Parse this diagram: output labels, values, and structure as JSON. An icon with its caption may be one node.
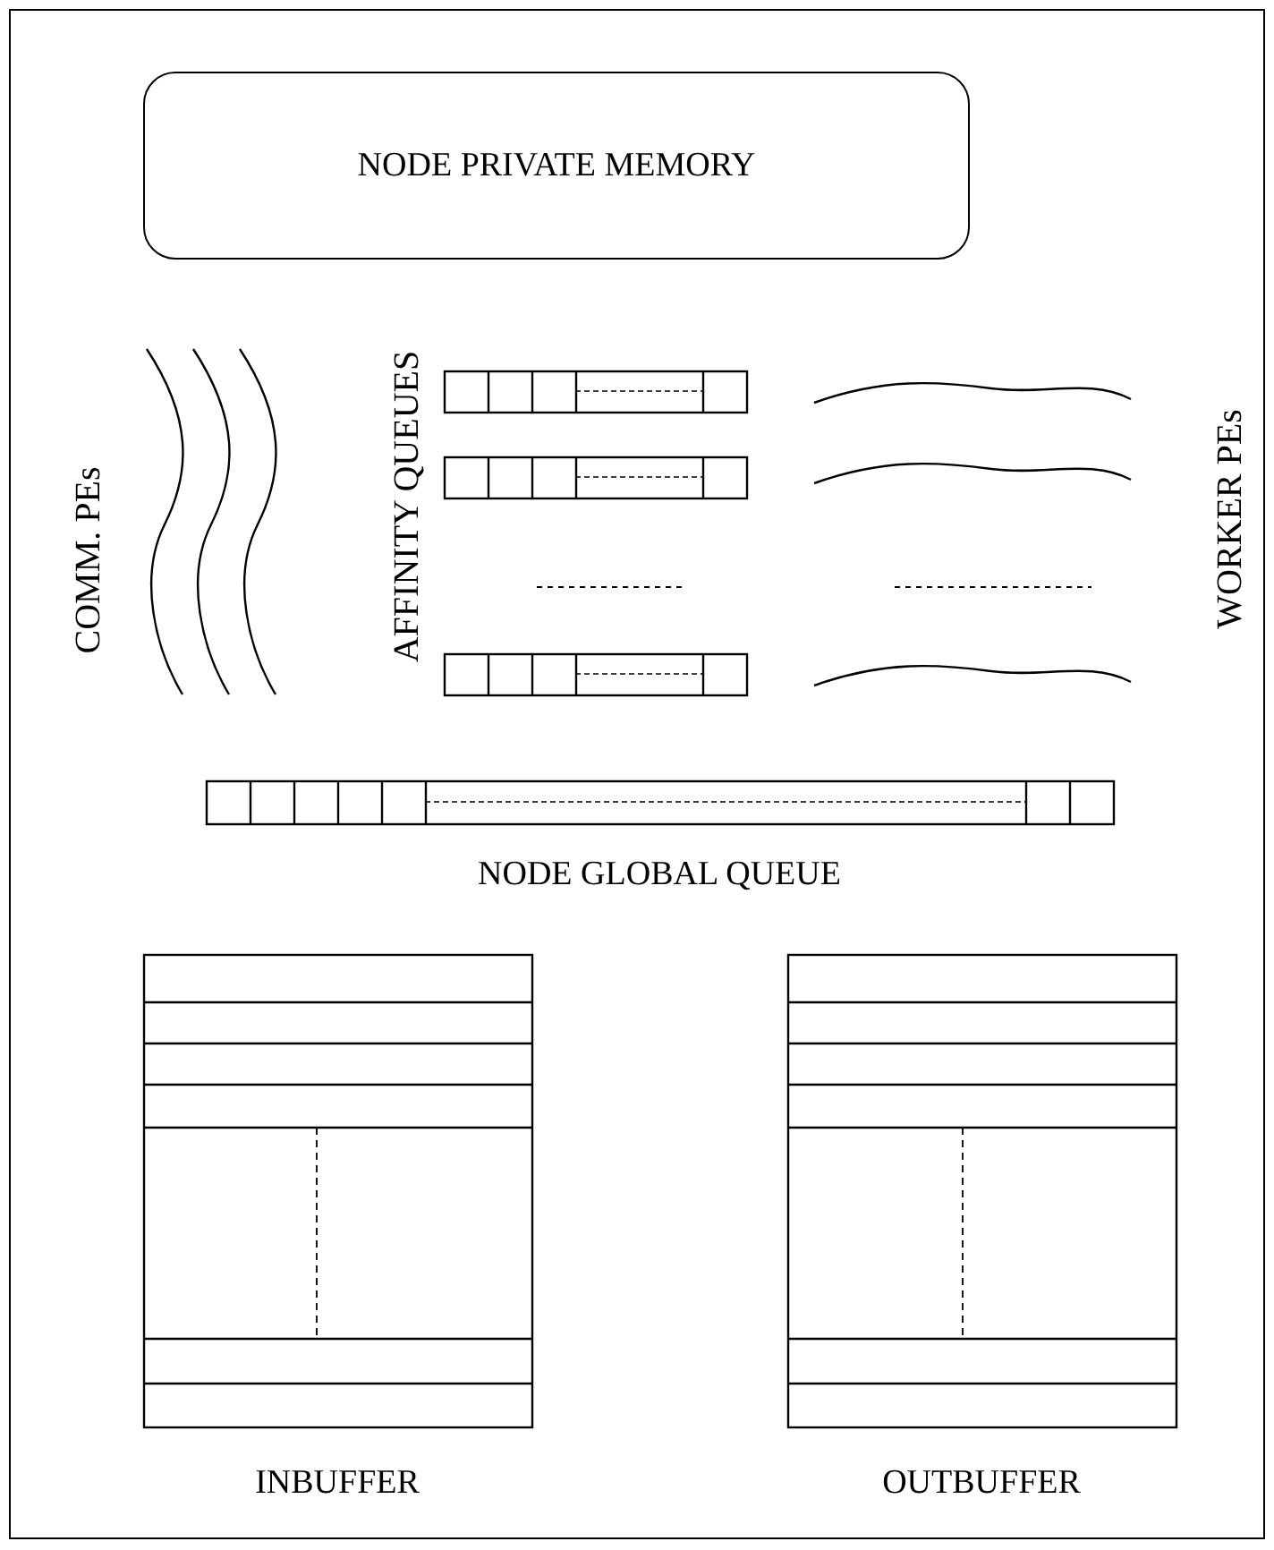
{
  "diagram": {
    "nodes": [
      {
        "text": [
          "NODE PRIVATE MEMORY"
        ]
      },
      {
        "text": [],
        "shape": "bar"
      },
      {
        "text": [],
        "shape": "bar"
      },
      {
        "text": [],
        "shape": "bar"
      },
      {
        "text": [
          "NODE GLOBAL QUEUE"
        ]
      },
      {
        "text": [
          "INBUFFER"
        ]
      },
      {
        "text": [
          "OUTBUFFER"
        ]
      }
    ],
    "edges": [],
    "labels": [
      "COMM. PEs",
      "AFFINITY QUEUES",
      "WORKER PEs"
    ]
  }
}
